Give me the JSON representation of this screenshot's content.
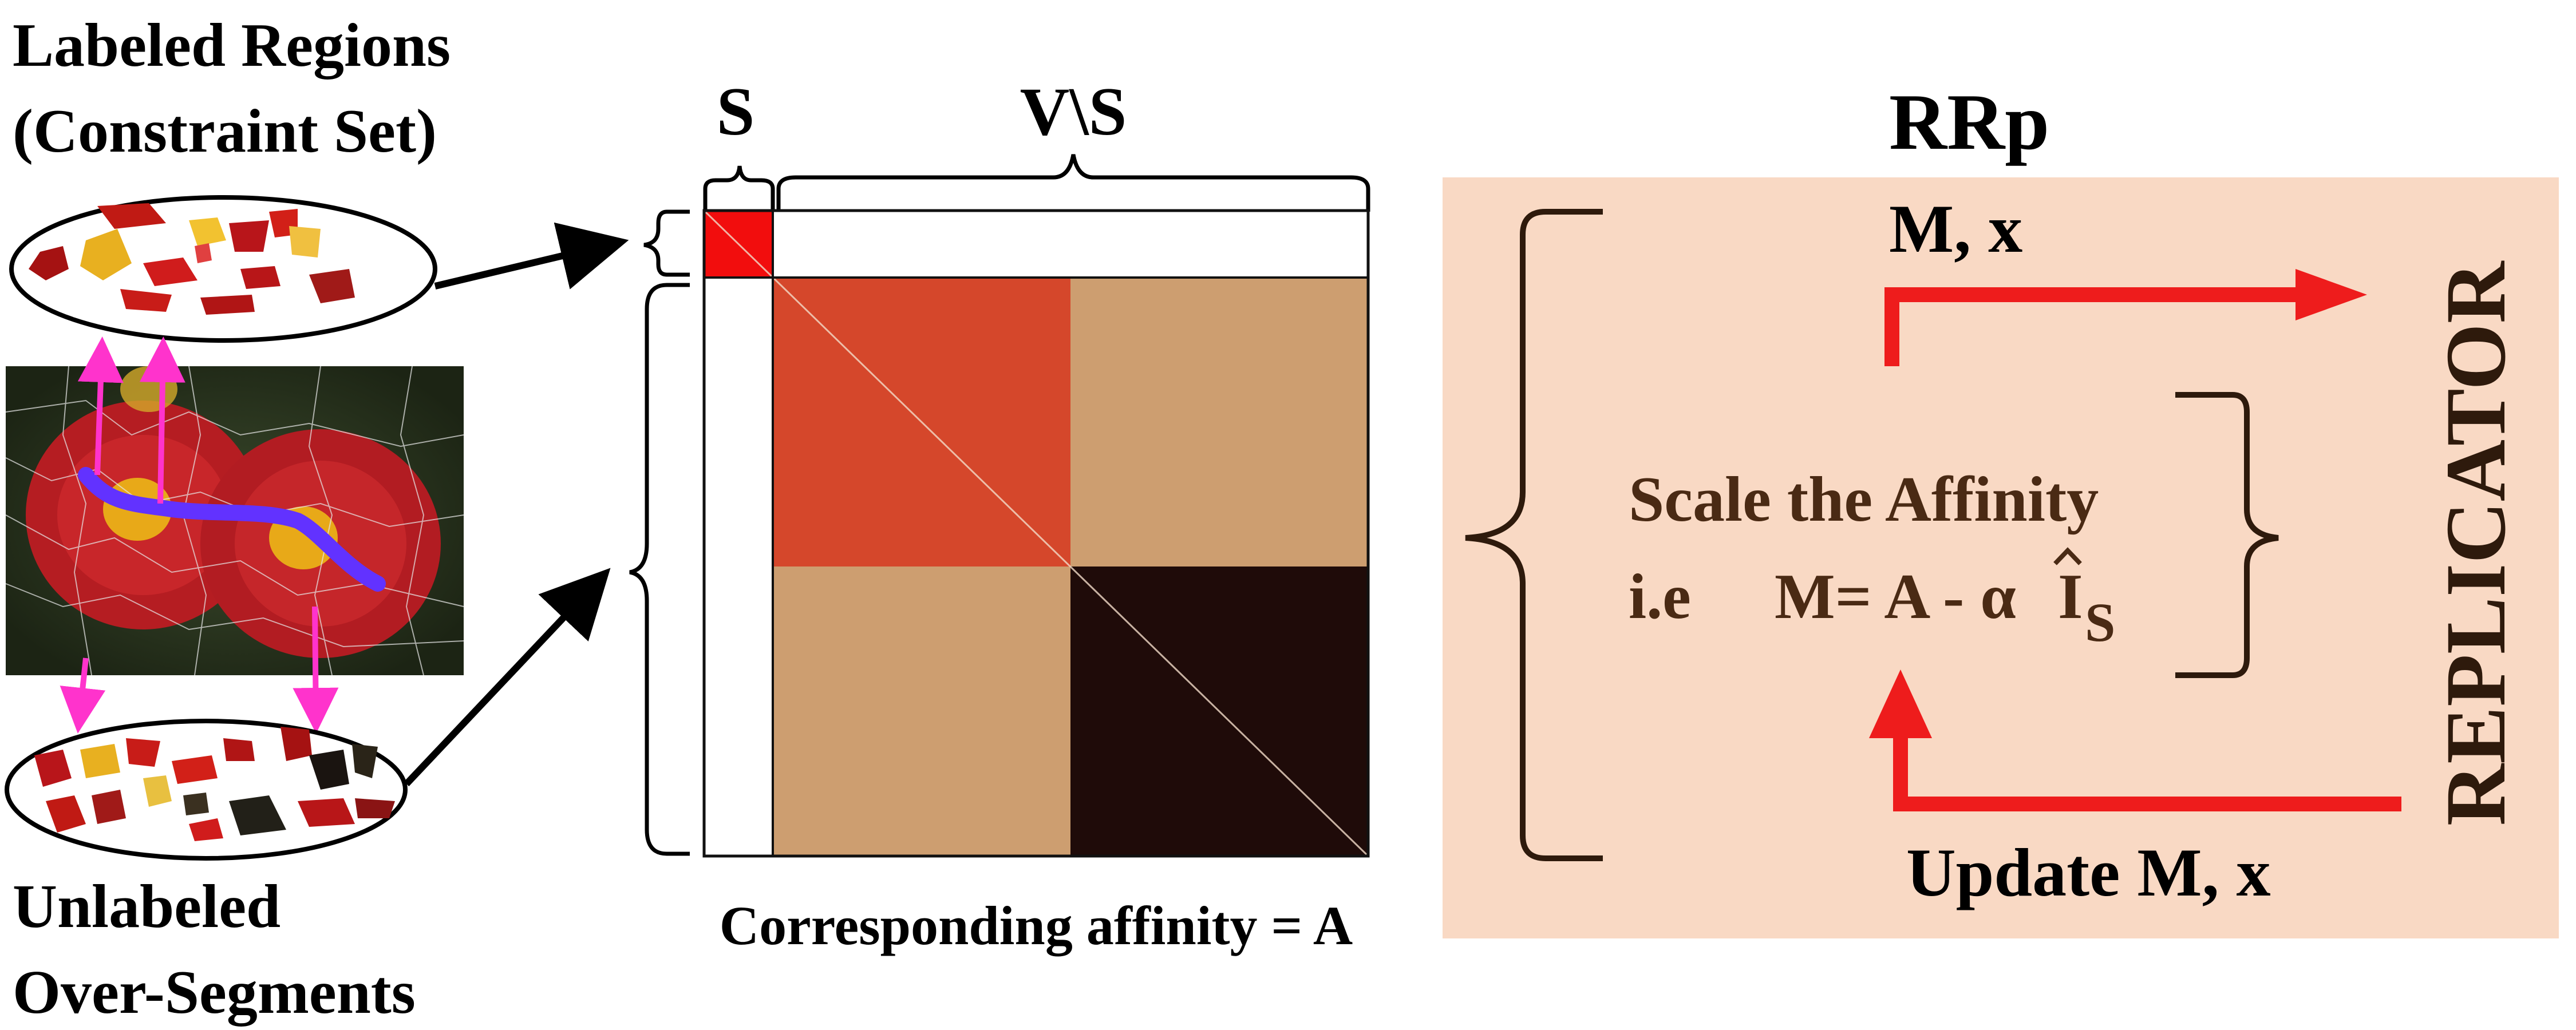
{
  "left_panel": {
    "labeled_title_line1": "Labeled Regions",
    "labeled_title_line2": "(Constraint Set)",
    "unlabeled_title_line1": "Unlabeled",
    "unlabeled_title_line2": "Over-Segments"
  },
  "matrix": {
    "label_s": "S",
    "label_vs": "V\\S",
    "caption": "Corresponding affinity = A",
    "colors": {
      "s_block": "#f20d0d",
      "top_left_block": "#d5472b",
      "off_diagonal": "#cd9e70",
      "bottom_right_block": "#1f0b09",
      "border": "#111111"
    }
  },
  "rrp_panel": {
    "title": "RRp",
    "top_label": "M, x",
    "center_line1": "Scale the Affinity",
    "center_line2_prefix": "i.e",
    "center_line2_eq": "M= A - α",
    "center_line2_i": "I",
    "center_line2_sub": "S",
    "bottom_label": "Update M, x",
    "side_label": "REPLICATOR",
    "colors": {
      "background": "#f9d9c4",
      "arrow": "#ee1c1c",
      "text": "#4a2a14"
    }
  }
}
